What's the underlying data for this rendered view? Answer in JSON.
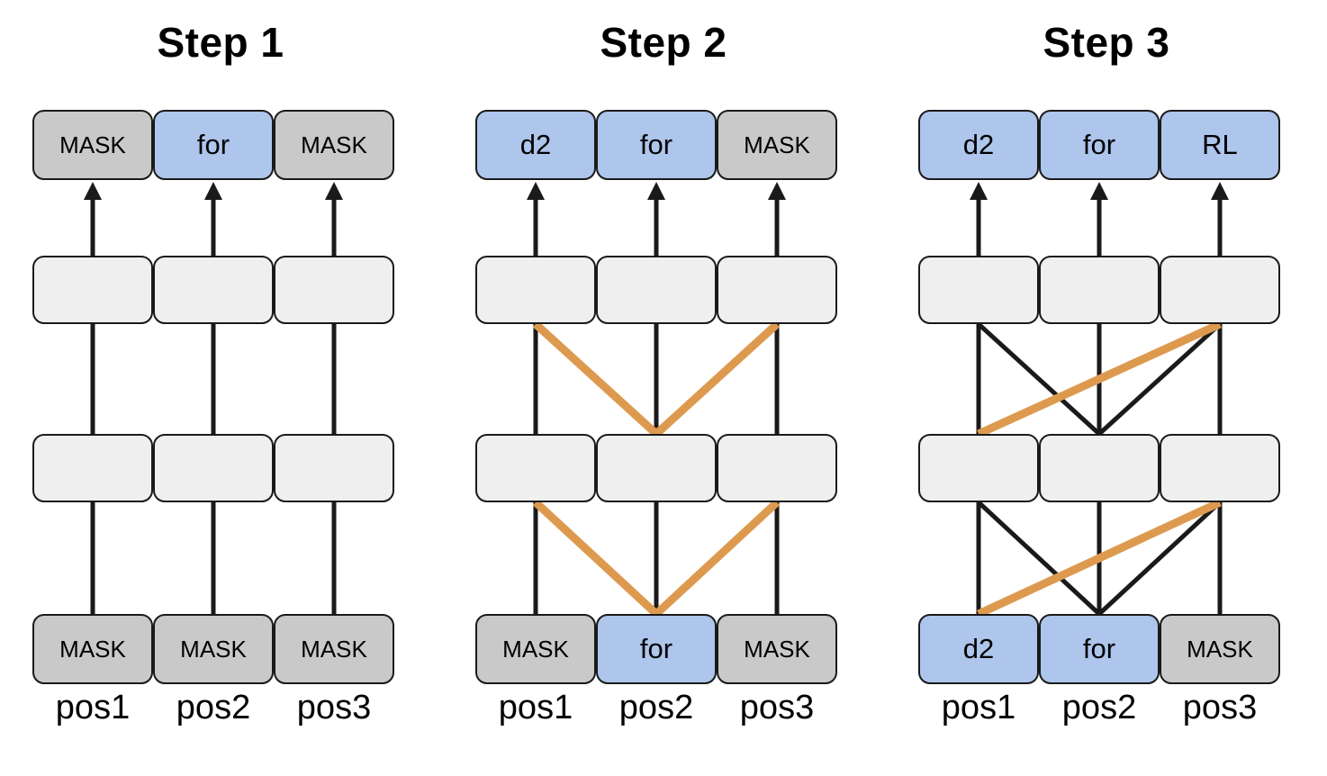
{
  "diagram": {
    "title_prefix": "Step",
    "position_labels": [
      "pos1",
      "pos2",
      "pos3"
    ],
    "colors": {
      "mask": "#c9c9c9",
      "token": "#aec5ec",
      "hidden": "#efefef",
      "edge": "#1a1a1a",
      "highlight": "#dd9a4f",
      "background": "#ffffff"
    },
    "panels": [
      {
        "title": "Step 1",
        "output_row": [
          {
            "label": "MASK",
            "kind": "mask"
          },
          {
            "label": "for",
            "kind": "token"
          },
          {
            "label": "MASK",
            "kind": "mask"
          }
        ],
        "input_row": [
          {
            "label": "MASK",
            "kind": "mask"
          },
          {
            "label": "MASK",
            "kind": "mask"
          },
          {
            "label": "MASK",
            "kind": "mask"
          }
        ],
        "hidden_rows": 2,
        "black_edges_upper": [
          [
            0,
            0
          ],
          [
            1,
            1
          ],
          [
            2,
            2
          ]
        ],
        "black_edges_lower": [
          [
            0,
            0
          ],
          [
            1,
            1
          ],
          [
            2,
            2
          ]
        ],
        "orange_edges_upper": [],
        "orange_edges_lower": []
      },
      {
        "title": "Step 2",
        "output_row": [
          {
            "label": "d2",
            "kind": "token"
          },
          {
            "label": "for",
            "kind": "token"
          },
          {
            "label": "MASK",
            "kind": "mask"
          }
        ],
        "input_row": [
          {
            "label": "MASK",
            "kind": "mask"
          },
          {
            "label": "for",
            "kind": "token"
          },
          {
            "label": "MASK",
            "kind": "mask"
          }
        ],
        "hidden_rows": 2,
        "black_edges_upper": [
          [
            0,
            0
          ],
          [
            1,
            1
          ],
          [
            2,
            2
          ]
        ],
        "black_edges_lower": [
          [
            0,
            0
          ],
          [
            1,
            1
          ],
          [
            2,
            2
          ]
        ],
        "orange_edges_upper": [
          [
            1,
            0
          ],
          [
            1,
            2
          ]
        ],
        "orange_edges_lower": [
          [
            1,
            0
          ],
          [
            1,
            2
          ]
        ]
      },
      {
        "title": "Step 3",
        "output_row": [
          {
            "label": "d2",
            "kind": "token"
          },
          {
            "label": "for",
            "kind": "token"
          },
          {
            "label": "RL",
            "kind": "token"
          }
        ],
        "input_row": [
          {
            "label": "d2",
            "kind": "token"
          },
          {
            "label": "for",
            "kind": "token"
          },
          {
            "label": "MASK",
            "kind": "mask"
          }
        ],
        "hidden_rows": 2,
        "black_edges_upper": [
          [
            0,
            0
          ],
          [
            1,
            1
          ],
          [
            2,
            2
          ],
          [
            1,
            0
          ],
          [
            1,
            2
          ]
        ],
        "black_edges_lower": [
          [
            0,
            0
          ],
          [
            1,
            1
          ],
          [
            2,
            2
          ],
          [
            1,
            0
          ],
          [
            1,
            2
          ]
        ],
        "orange_edges_upper": [
          [
            0,
            2
          ]
        ],
        "orange_edges_lower": [
          [
            0,
            2
          ]
        ]
      }
    ]
  }
}
